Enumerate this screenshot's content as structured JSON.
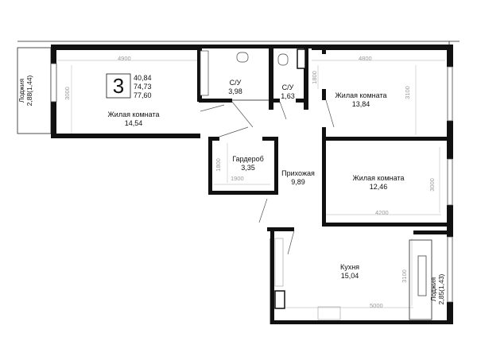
{
  "summary": {
    "rooms_count": "3",
    "living_area": "40,84",
    "total_area": "74,73",
    "total_area_with_loggia": "77,60"
  },
  "rooms": {
    "living1": {
      "name": "Жилая комната",
      "area": "14,54"
    },
    "bath1": {
      "name": "С/У",
      "area": "3,98"
    },
    "bath2": {
      "name": "С/У",
      "area": "1,63"
    },
    "living2": {
      "name": "Жилая комната",
      "area": "13,84"
    },
    "wardrobe": {
      "name": "Гардероб",
      "area": "3,35"
    },
    "hall": {
      "name": "Прихожая",
      "area": "9,89"
    },
    "living3": {
      "name": "Жилая комната",
      "area": "12,46"
    },
    "kitchen": {
      "name": "Кухня",
      "area": "15,04"
    },
    "loggia_left": {
      "name": "Лоджия",
      "area": "2,88(1,44)"
    },
    "loggia_right": {
      "name": "Лоджия",
      "area": "2,85(1,43)"
    }
  },
  "dimensions": {
    "living1_w": "4900",
    "living1_h": "3000",
    "living2_w": "4800",
    "living2_d1": "1800",
    "living2_h": "3100",
    "wardrobe_w": "1900",
    "wardrobe_h": "1800",
    "living3_w": "4200",
    "living3_h": "3000",
    "kitchen_w": "5000",
    "kitchen_h": "3100"
  }
}
